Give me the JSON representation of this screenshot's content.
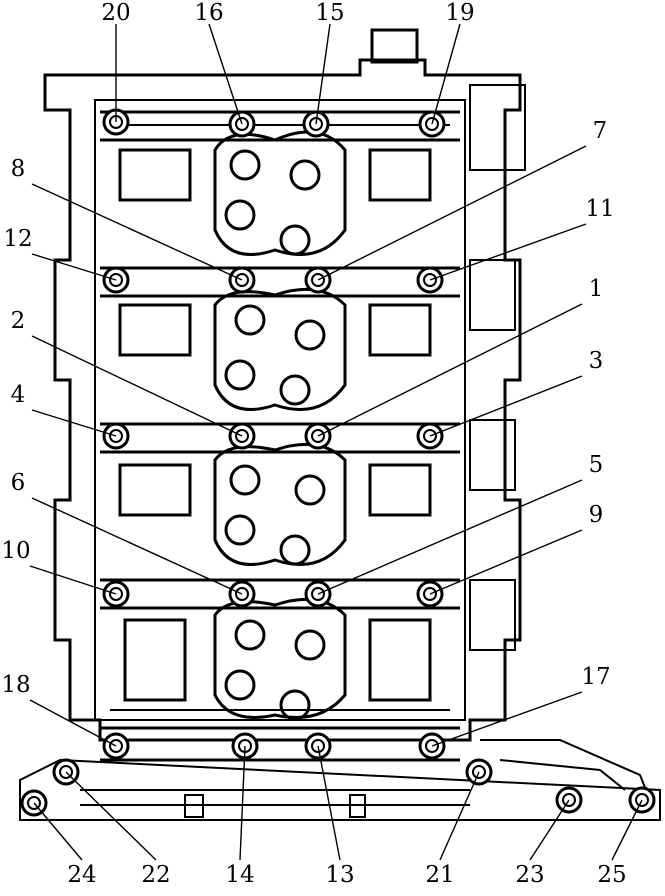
{
  "callouts": [
    {
      "label": "20"
    },
    {
      "label": "16"
    },
    {
      "label": "15"
    },
    {
      "label": "19"
    },
    {
      "label": "7"
    },
    {
      "label": "8"
    },
    {
      "label": "11"
    },
    {
      "label": "12"
    },
    {
      "label": "1"
    },
    {
      "label": "2"
    },
    {
      "label": "3"
    },
    {
      "label": "4"
    },
    {
      "label": "5"
    },
    {
      "label": "6"
    },
    {
      "label": "9"
    },
    {
      "label": "10"
    },
    {
      "label": "17"
    },
    {
      "label": "18"
    },
    {
      "label": "24"
    },
    {
      "label": "22"
    },
    {
      "label": "14"
    },
    {
      "label": "13"
    },
    {
      "label": "21"
    },
    {
      "label": "23"
    },
    {
      "label": "25"
    }
  ]
}
